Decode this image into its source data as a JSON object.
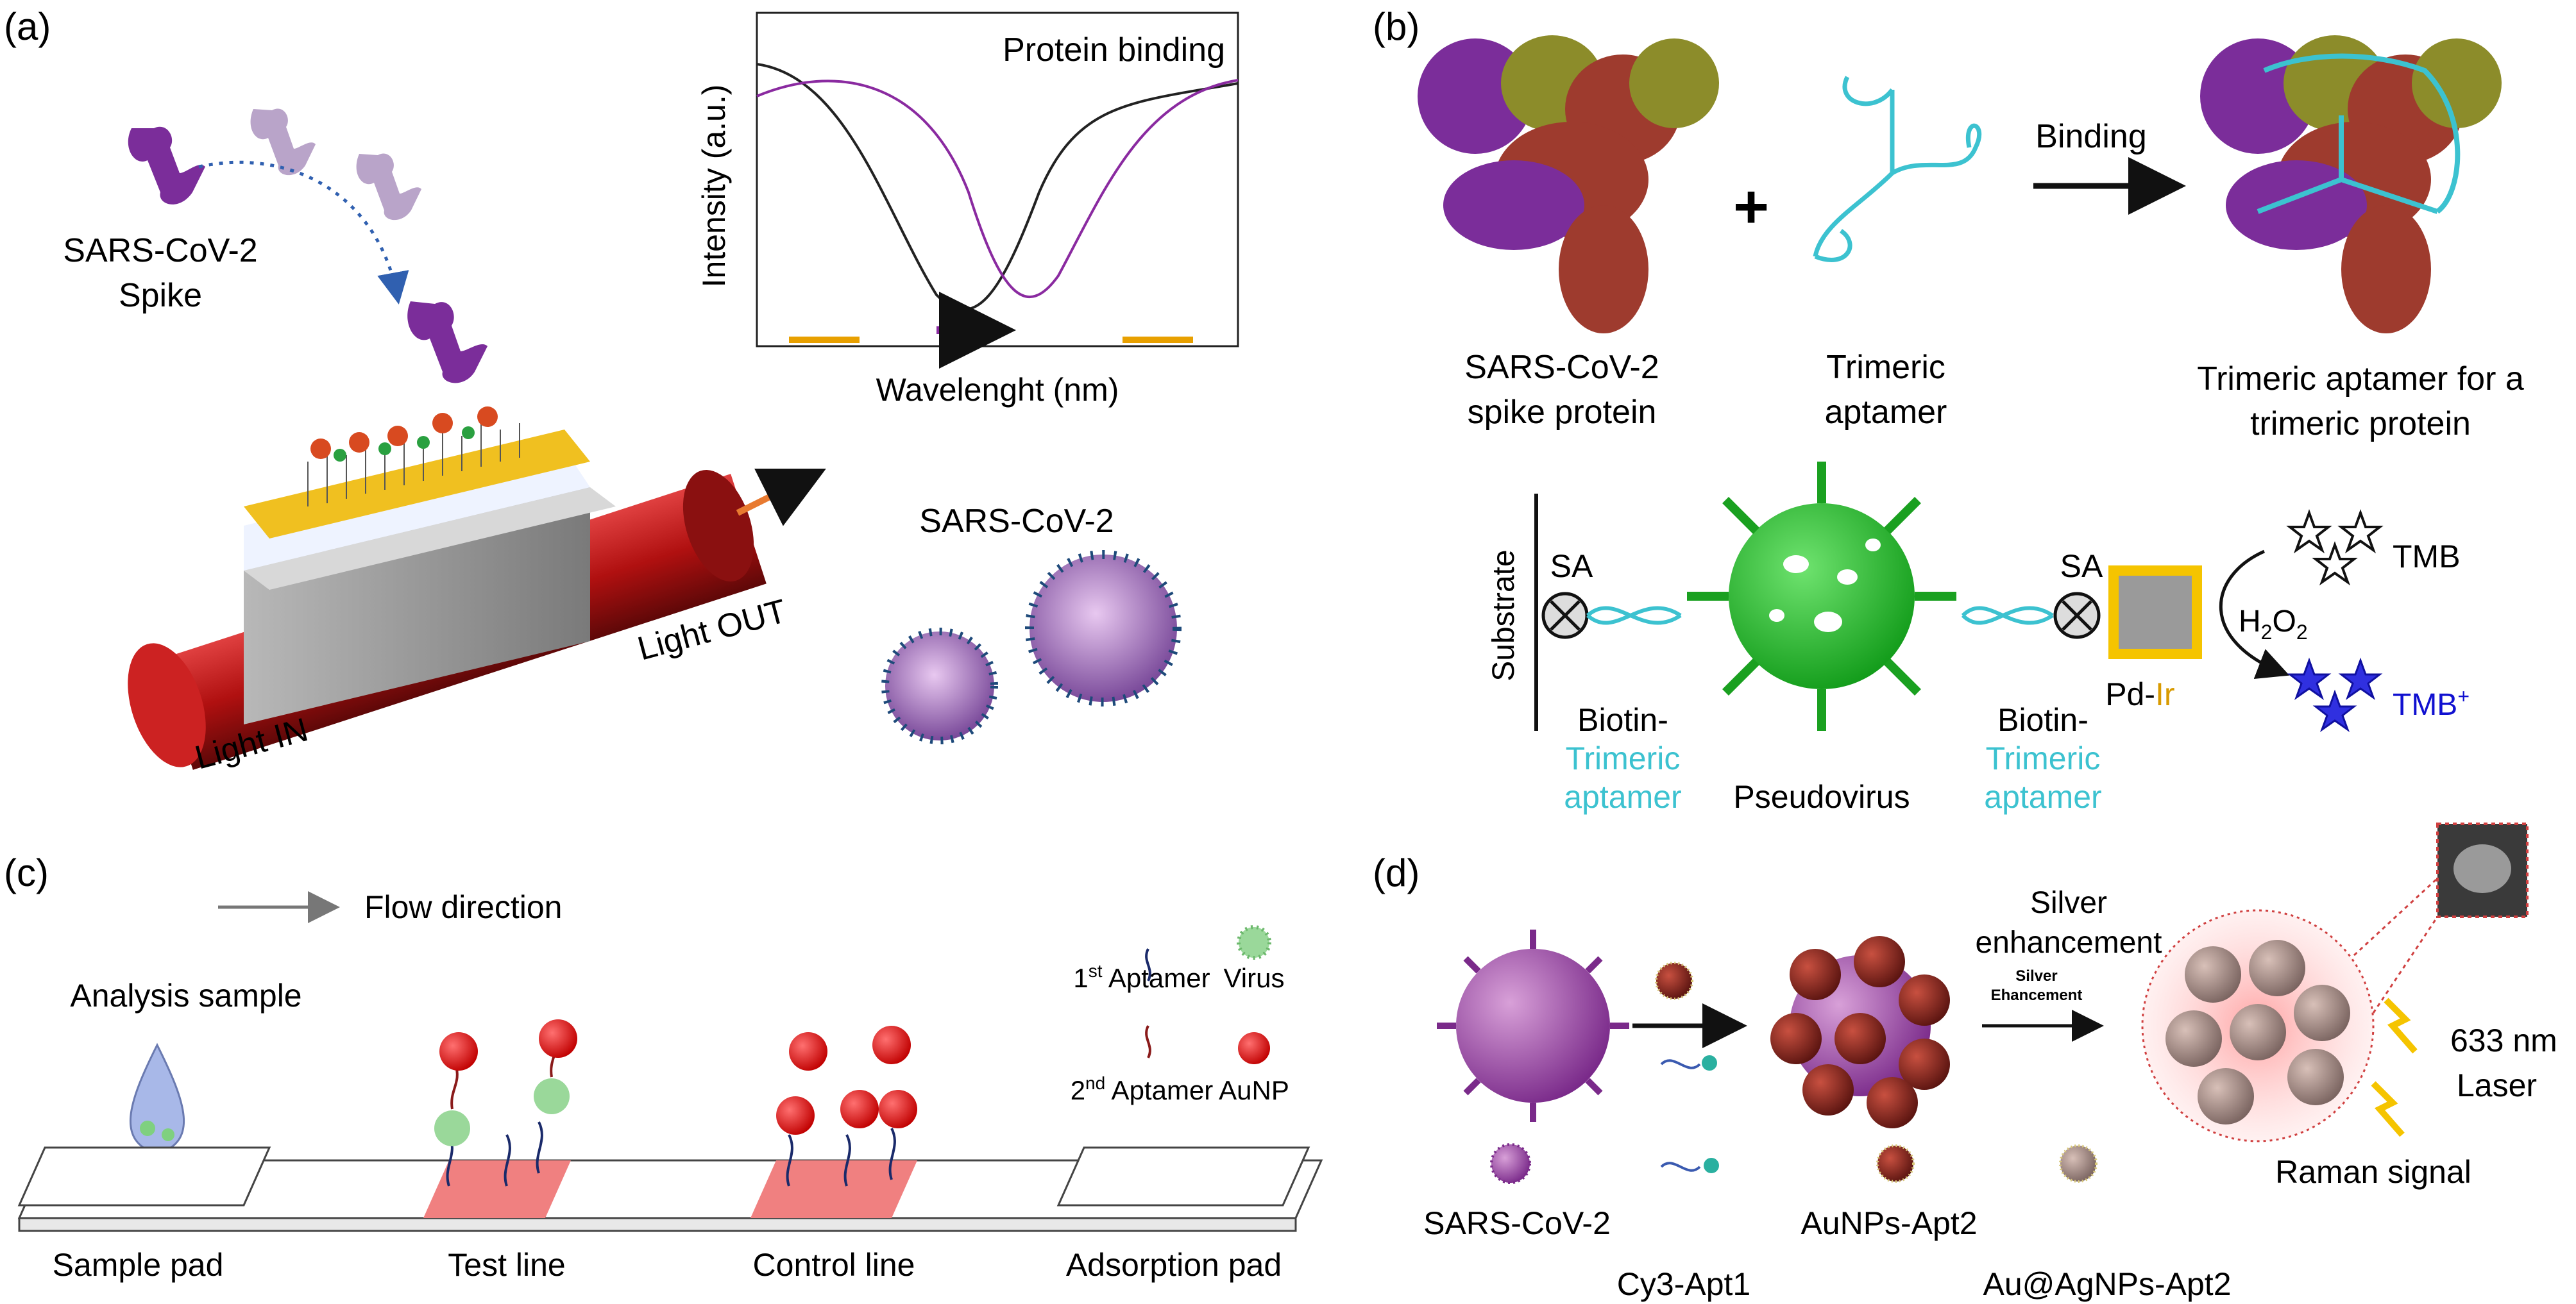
{
  "colors": {
    "purple": "#7b2d9a",
    "light_purple": "#b9a4c9",
    "red_fiber": "#b01818",
    "gold": "#f5c400",
    "cyan": "#3cc2d0",
    "green_virus": "#22b32a",
    "olive": "#8c8c2a",
    "brick": "#9e3b2e",
    "aunp_red": "#d81818",
    "test_pink": "#f08080",
    "tmb_blue": "#1010d0"
  },
  "panel_a": {
    "label": "(a)",
    "spike_label_1": "SARS-CoV-2",
    "spike_label_2": "Spike",
    "inset_title": "Protein binding",
    "y_axis_label": "Intensity (a.u.)",
    "x_axis_label": "Wavelenght (nm)",
    "light_in": "Light IN",
    "light_out": "Light OUT",
    "virus_label": "SARS-CoV-2"
  },
  "panel_b": {
    "label": "(b)",
    "protein_label_1": "SARS-CoV-2",
    "protein_label_2": "spike protein",
    "plus": "+",
    "aptamer_label_1": "Trimeric",
    "aptamer_label_2": "aptamer",
    "binding_label": "Binding",
    "result_label_1": "Trimeric aptamer for a",
    "result_label_2": "trimeric protein",
    "substrate": "Substrate",
    "sa_left": "SA",
    "sa_right": "SA",
    "biotin_left_1": "Biotin-",
    "biotin_left_2": "Trimeric",
    "biotin_left_3": "aptamer",
    "pseudovirus": "Pseudovirus",
    "biotin_right_1": "Biotin-",
    "biotin_right_2": "Trimeric",
    "biotin_right_3": "aptamer",
    "pd": "Pd-",
    "ir": "Ir",
    "tmb": "TMB",
    "h2o2_h": "H",
    "h2o2_2a": "2",
    "h2o2_o": "O",
    "h2o2_2b": "2",
    "tmb_plus": "TMB",
    "tmb_plus_sup": "+"
  },
  "panel_c": {
    "label": "(c)",
    "flow_direction": "Flow direction",
    "analysis_sample": "Analysis sample",
    "first_aptamer_pre": "1",
    "first_aptamer_sup": "st",
    "first_aptamer_post": " Aptamer",
    "virus": "Virus",
    "second_aptamer_pre": "2",
    "second_aptamer_sup": "nd",
    "second_aptamer_post": " Aptamer",
    "aunp": "AuNP",
    "sample_pad": "Sample pad",
    "test_line": "Test line",
    "control_line": "Control line",
    "adsorption_pad": "Adsorption pad"
  },
  "panel_d": {
    "label": "(d)",
    "silver_1": "Silver",
    "silver_2": "enhancement",
    "silver_small_1": "Silver",
    "silver_small_2": "Ehancement",
    "laser_1": "633 nm",
    "laser_2": "Laser",
    "raman": "Raman signal",
    "sars": "SARS-CoV-2",
    "cy3": "Cy3-Apt1",
    "aunps": "AuNPs-Apt2",
    "auag": "Au@AgNPs-Apt2"
  }
}
